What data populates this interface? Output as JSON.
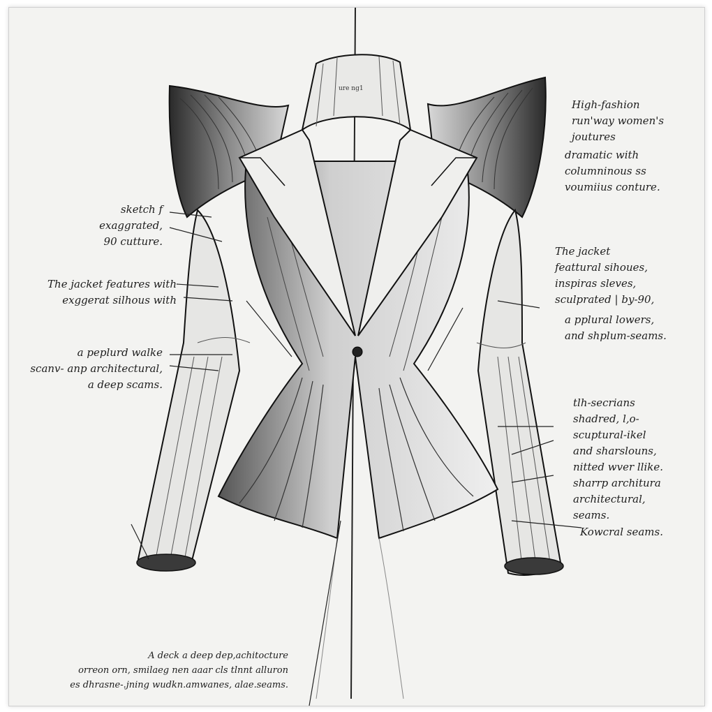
{
  "notes": {
    "top_right": "High-fashion\nrun'way women's\njoutures",
    "mid_right_1": "dramatic with\ncolumninous ss\nvoumiius conture.",
    "upper_left": "sketch f\nexaggrated,\n90 cutture.",
    "left_features": "The jacket features with\nexggerat silhous with",
    "left_peplum": "a peplurd walke\nscanv- anp architectural,\na deep scams.",
    "right_jacket": "The jacket\nfeattural sihoues,\ninspiras sleves,\nsculprated | by-90,",
    "right_peplum": "a pplural lowers,\nand shplum-seams.",
    "right_lower": "tlh-secrians\nshadred, l,o-\nscuptural-ikel\nand sharslouns,\nnitted wver llike.\nsharrp architura\narchitectural,\nseams.",
    "right_bottom": "Kowcral seams.",
    "bottom": "A deck a deep dep,achitocture\norreon orn, smilaeg nen aaar cls tlnnt alluron\nes dhrasne-.jning wudkn.amwanes, alae.seams."
  },
  "collar_scribble": "ure ng1"
}
